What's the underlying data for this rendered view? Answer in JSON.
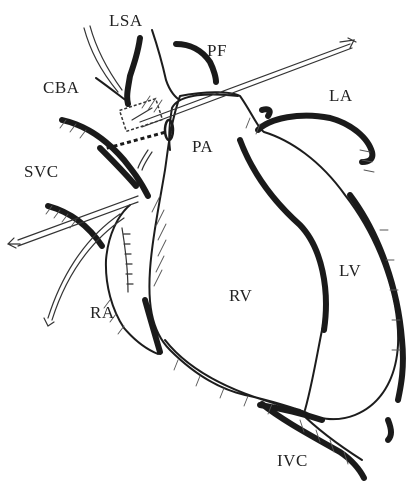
{
  "labels": {
    "lsa": "LSA",
    "pf": "PF",
    "cba": "CBA",
    "la": "LA",
    "pa": "PA",
    "svc": "SVC",
    "lv": "LV",
    "rv": "RV",
    "ra": "RA",
    "ivc": "IVC"
  }
}
